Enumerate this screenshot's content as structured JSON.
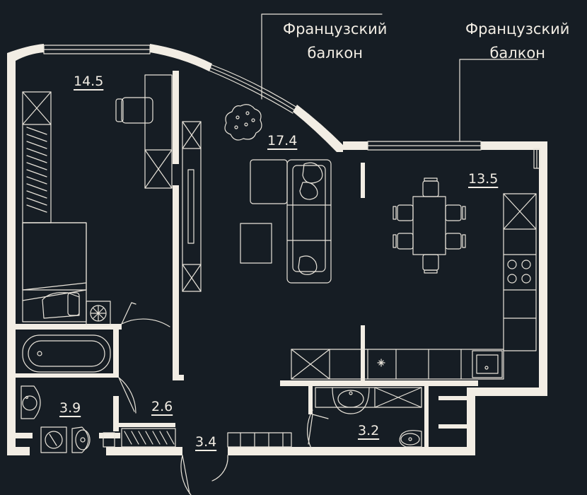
{
  "colors": {
    "background": "#161d24",
    "wall": "#f2ede4",
    "line": "#e9e4da"
  },
  "icons": {
    "plant": "plant-icon",
    "washer": "washing-machine-icon",
    "toilet": "toilet-icon",
    "stove": "cooktop-icon"
  },
  "callouts": [
    {
      "line1": "Французский",
      "line2": "балкон"
    },
    {
      "line1": "Французский",
      "line2": "балкон"
    }
  ],
  "rooms": [
    {
      "area": "14.5"
    },
    {
      "area": "17.4"
    },
    {
      "area": "13.5"
    },
    {
      "area": "3.9"
    },
    {
      "area": "2.6"
    },
    {
      "area": "3.4"
    },
    {
      "area": "3.2"
    }
  ]
}
